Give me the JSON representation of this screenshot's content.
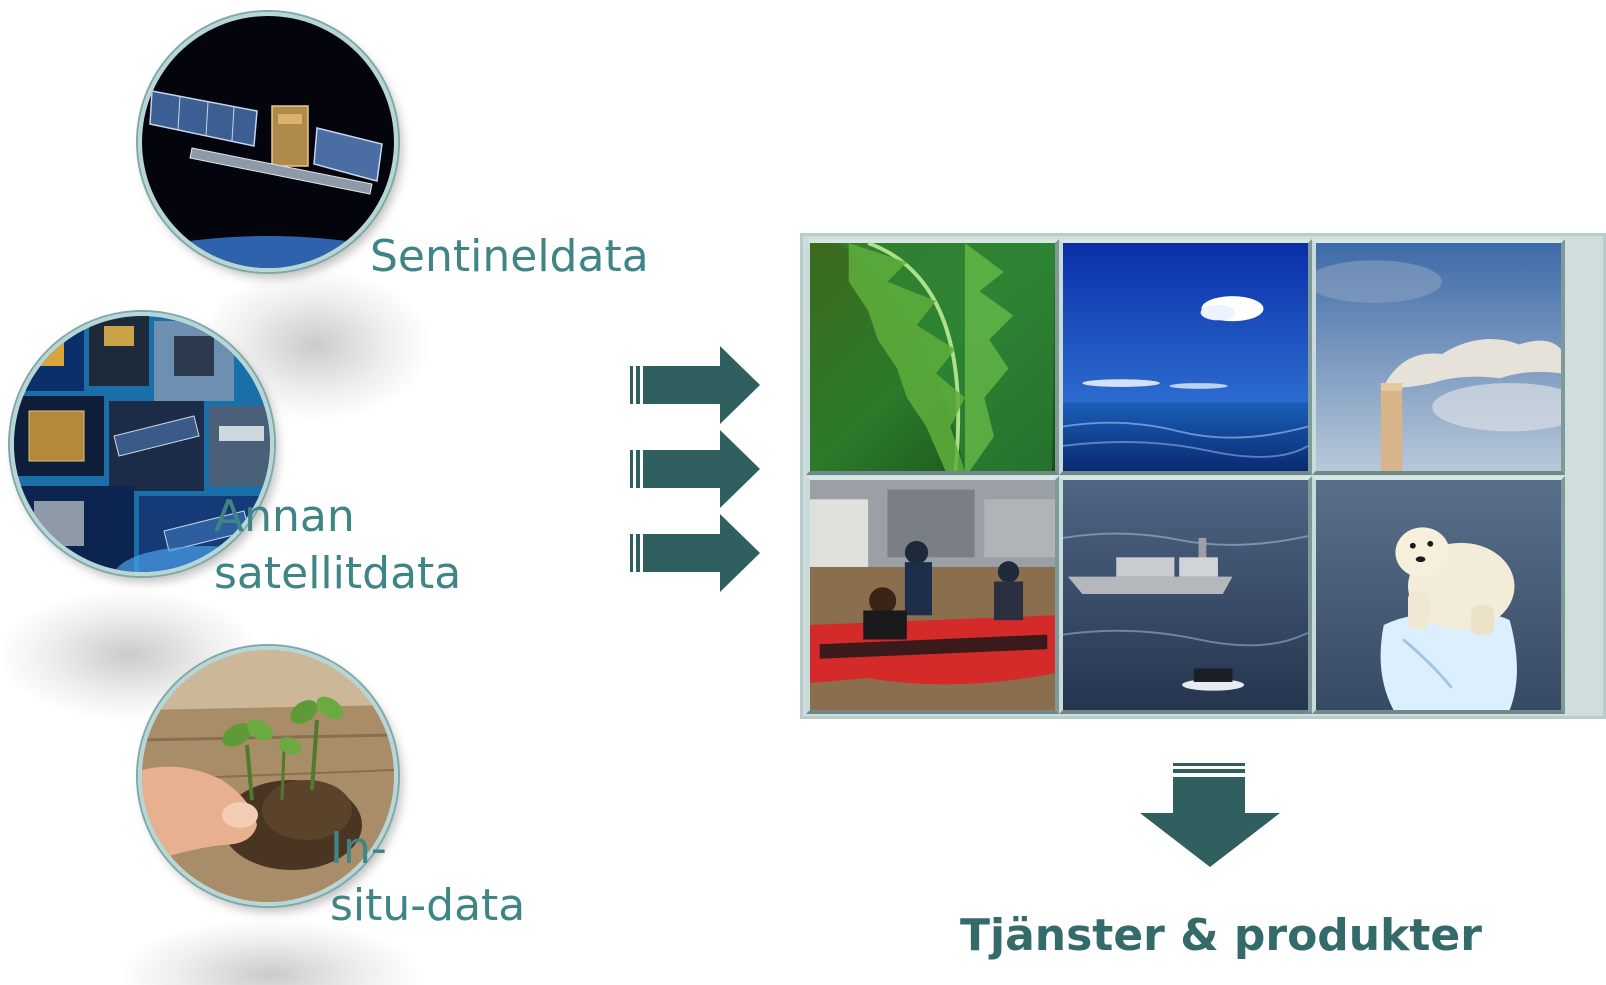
{
  "sources": [
    {
      "id": "sentinel",
      "label": "Sentineldata",
      "icon": "satellite-icon"
    },
    {
      "id": "other-satellite",
      "label": "Annan\nsatellitdata",
      "icon": "satellite-collage-icon"
    },
    {
      "id": "in-situ",
      "label": "In-\nsitu-data",
      "icon": "soil-sample-icon"
    }
  ],
  "tiles": [
    {
      "icon": "leaf-icon"
    },
    {
      "icon": "ocean-sky-icon"
    },
    {
      "icon": "chimney-smoke-icon"
    },
    {
      "icon": "flood-rescue-boat-icon"
    },
    {
      "icon": "ships-at-sea-icon"
    },
    {
      "icon": "polar-bear-icon"
    }
  ],
  "output": {
    "label": "Tjänster & produkter"
  },
  "colors": {
    "arrow": "#2f5f5f",
    "label": "#3f8585",
    "title": "#356a6a",
    "frame": "#b9d6d6"
  }
}
